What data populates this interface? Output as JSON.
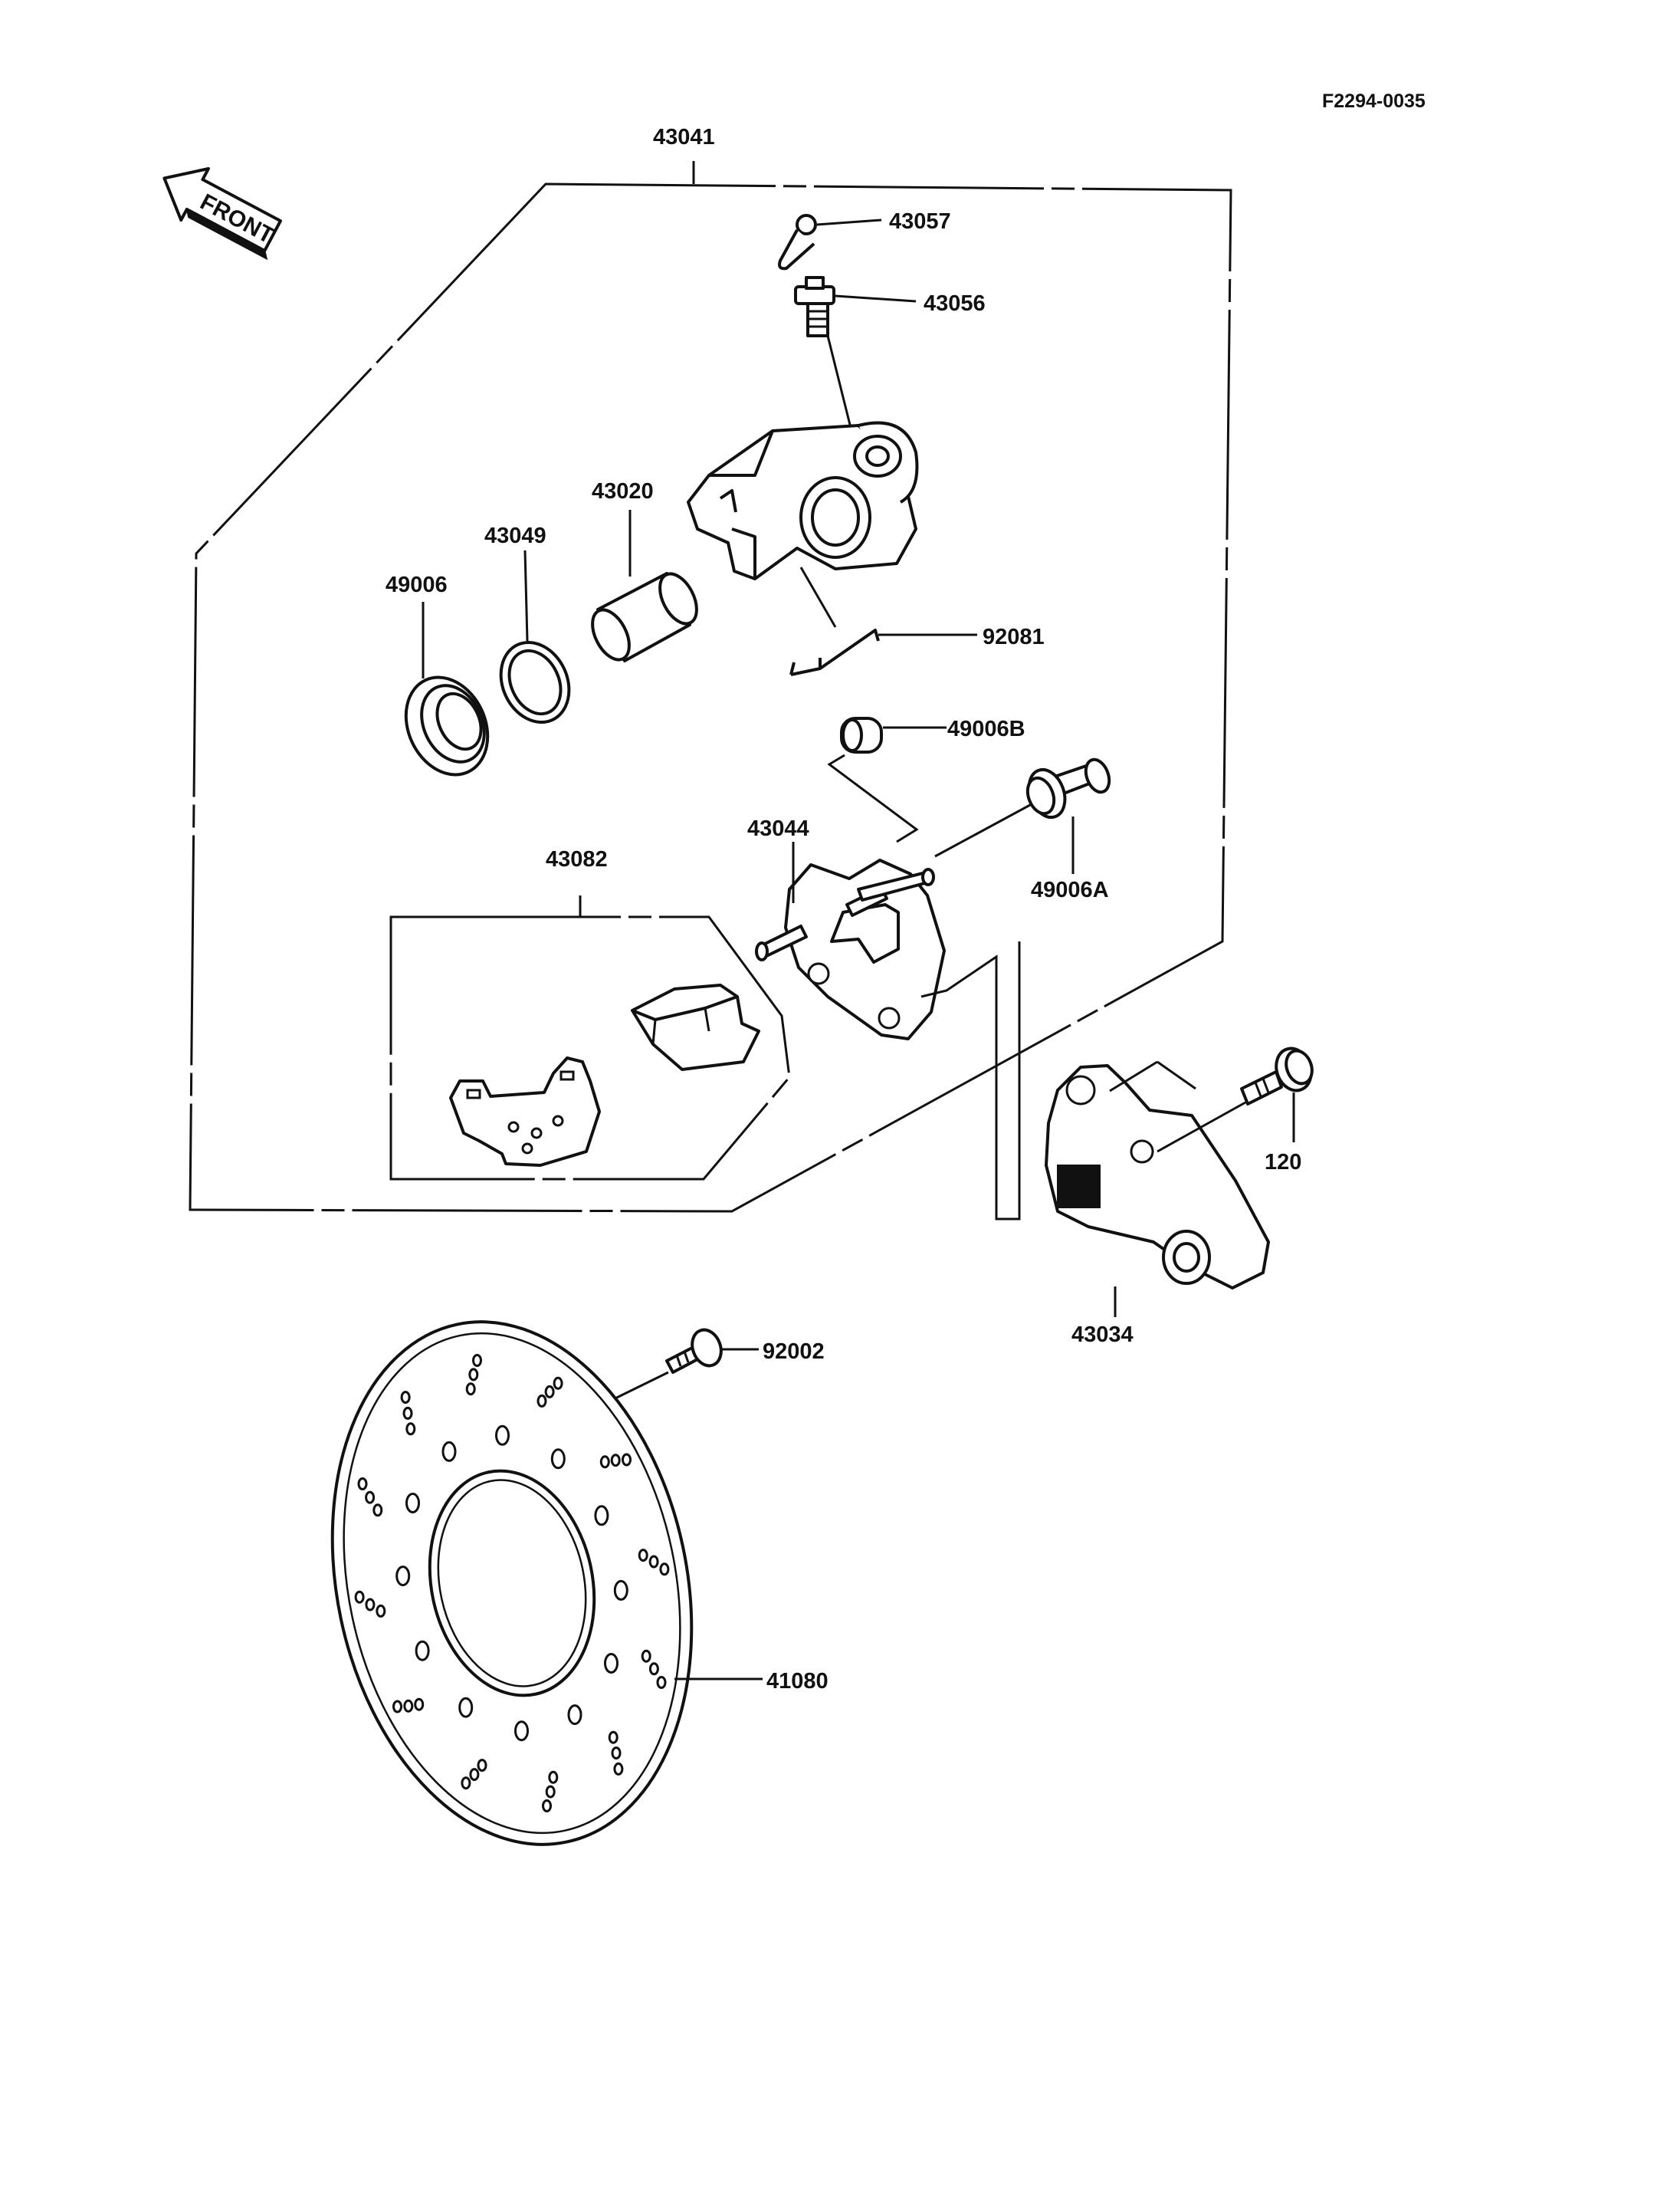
{
  "drawing_id": "F2294-0035",
  "front_arrow": {
    "text": "FRONT"
  },
  "parts": {
    "caliper_assy": "43041",
    "cap": "43057",
    "bleed_valve": "43056",
    "piston": "43020",
    "piston_seal": "43049",
    "dust_seal": "49006",
    "spring": "92081",
    "boot_b": "49006B",
    "boot_a": "49006A",
    "holder": "43044",
    "pad_assy": "43082",
    "bolt": "120",
    "bracket": "43034",
    "disc_bolt": "92002",
    "disc": "41080"
  }
}
